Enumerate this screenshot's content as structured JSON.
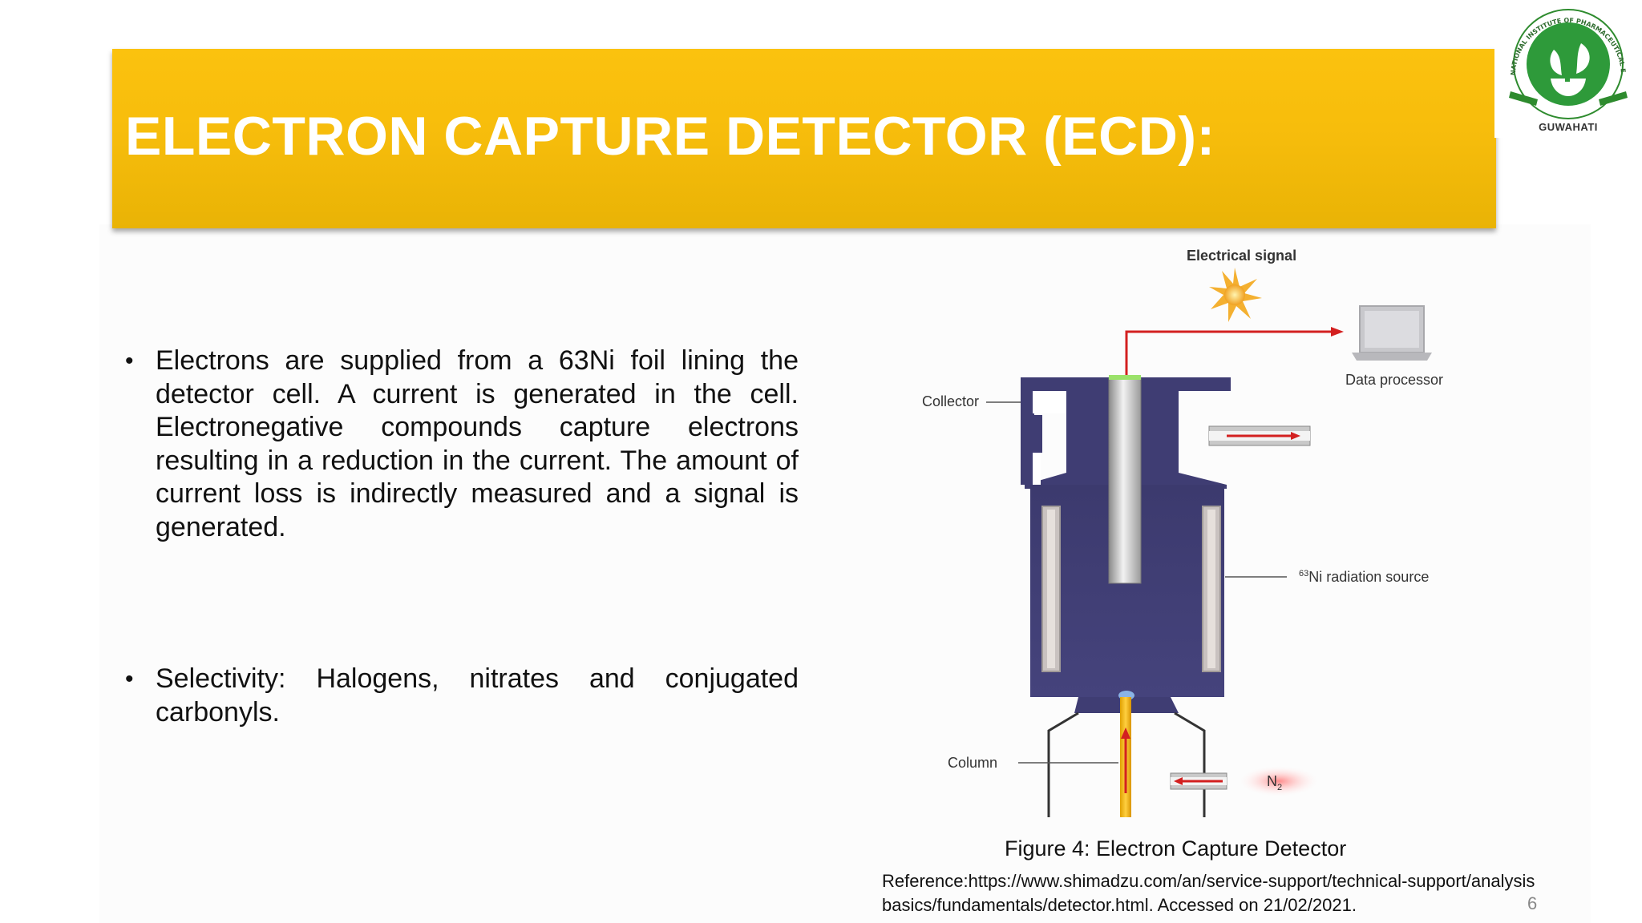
{
  "slide": {
    "title": "ELECTRON CAPTURE DETECTOR (ECD):",
    "bullets": [
      "Electrons are supplied from a 63Ni foil lining the detector cell. A current is generated in the cell. Electronegative compounds capture electrons resulting in a reduction in the current. The amount of current loss is indirectly measured and a signal is generated.",
      "Selectivity: Halogens, nitrates and conjugated carbonyls."
    ],
    "figure": {
      "labels": {
        "electrical_signal": "Electrical signal",
        "data_processor": "Data processor",
        "collector": "Collector",
        "ni_sup": "63",
        "ni_source": "Ni radiation source",
        "column": "Column",
        "n2": "N",
        "n2_sub": "2"
      },
      "caption": "Figure 4: Electron Capture Detector",
      "reference": "Reference:https://www.shimadzu.com/an/service-support/technical-support/analysis basics/fundamentals/detector.html. Accessed on 21/02/2021."
    },
    "page_number": "6",
    "logo": {
      "city": "GUWAHATI",
      "ring_text": "NATIONAL INSTITUTE OF PHARMACEUTICAL EDUCATION AND RESEARCH"
    }
  },
  "colors": {
    "banner": "#f7bd0c",
    "title_text": "#ffffff",
    "logo_green": "#2e8b2e",
    "signal_red": "#d32020",
    "detector_body": "#3f3d73"
  }
}
